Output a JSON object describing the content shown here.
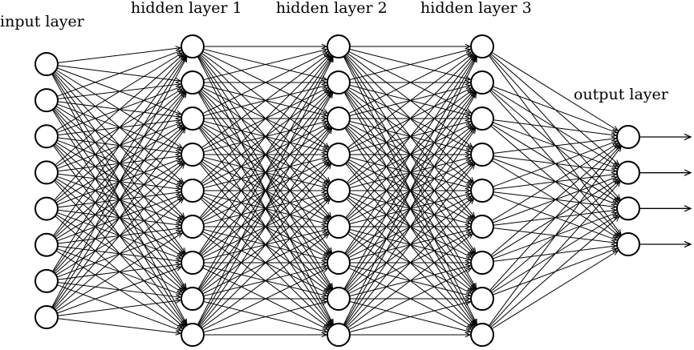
{
  "diagram": {
    "layers": [
      {
        "id": "input",
        "label": "input layer",
        "neurons": 8
      },
      {
        "id": "hidden1",
        "label": "hidden layer 1",
        "neurons": 9
      },
      {
        "id": "hidden2",
        "label": "hidden layer 2",
        "neurons": 9
      },
      {
        "id": "hidden3",
        "label": "hidden layer 3",
        "neurons": 9
      },
      {
        "id": "output",
        "label": "output layer",
        "neurons": 4
      }
    ],
    "connectivity": "fully-connected",
    "output_arrows": true,
    "colors": {
      "stroke": "#000000",
      "background": "#ffffff"
    }
  }
}
